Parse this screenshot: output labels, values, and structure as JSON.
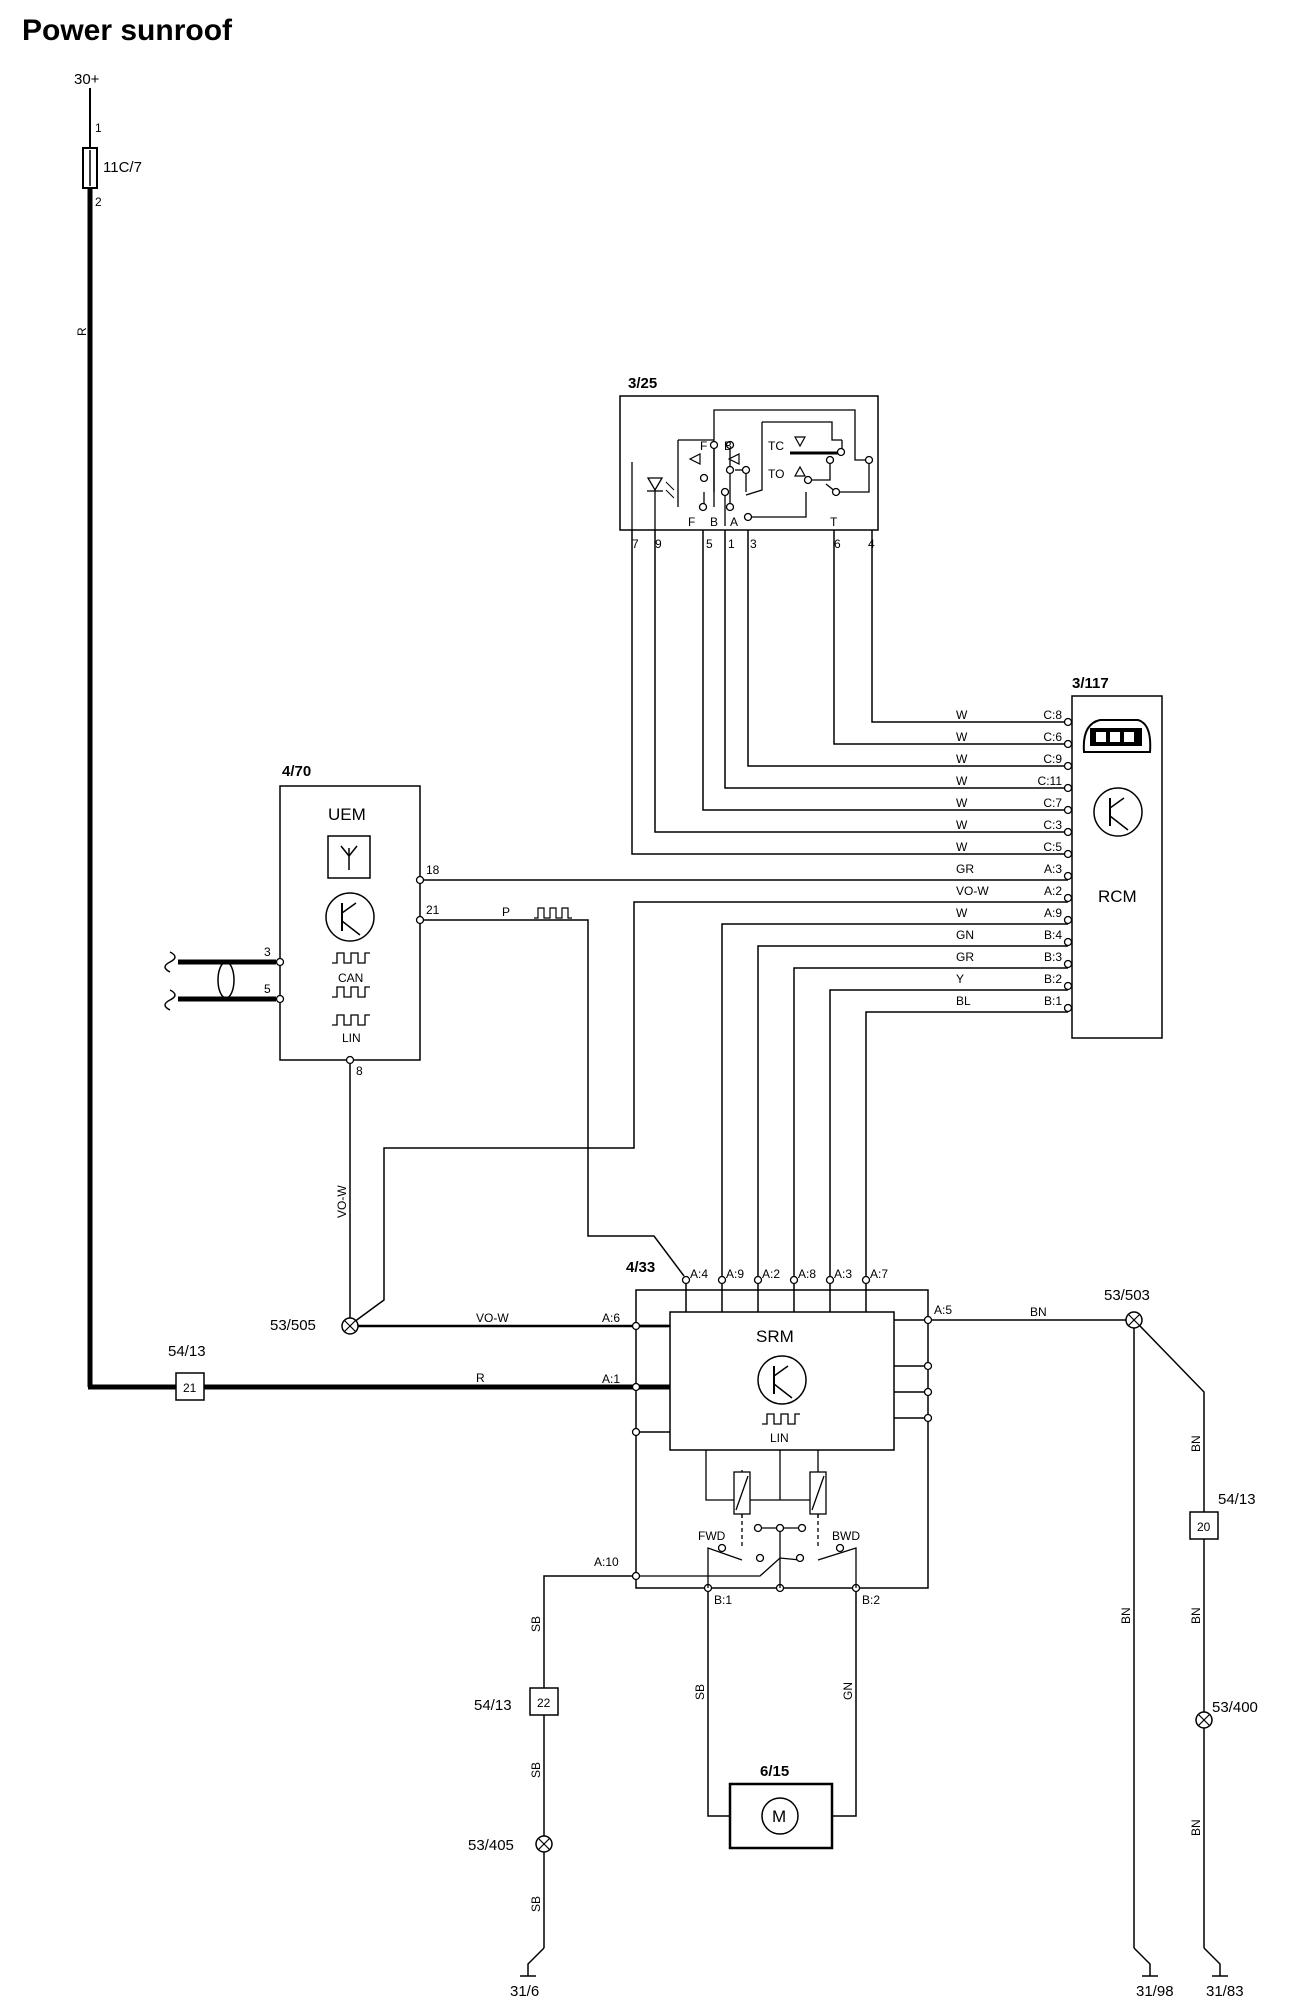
{
  "title": "Power sunroof",
  "supply": {
    "label": "30+",
    "fuse": "11C/7",
    "fuse_pin_top": "1",
    "fuse_pin_bottom": "2",
    "wire_color": "R"
  },
  "switch": {
    "id": "3/25",
    "internal": [
      "F",
      "B",
      "TC",
      "TO"
    ],
    "bottom_letters": [
      "F",
      "B",
      "A",
      "T"
    ],
    "pins": [
      "7",
      "9",
      "5",
      "1",
      "3",
      "6",
      "4"
    ]
  },
  "rcm": {
    "id": "3/117",
    "name": "RCM",
    "pins": [
      {
        "pin": "C:8",
        "color": "W"
      },
      {
        "pin": "C:6",
        "color": "W"
      },
      {
        "pin": "C:9",
        "color": "W"
      },
      {
        "pin": "C:11",
        "color": "W"
      },
      {
        "pin": "C:7",
        "color": "W"
      },
      {
        "pin": "C:3",
        "color": "W"
      },
      {
        "pin": "C:5",
        "color": "W"
      },
      {
        "pin": "A:3",
        "color": "GR"
      },
      {
        "pin": "A:2",
        "color": "VO-W"
      },
      {
        "pin": "A:9",
        "color": "W"
      },
      {
        "pin": "B:4",
        "color": "GN"
      },
      {
        "pin": "B:3",
        "color": "GR"
      },
      {
        "pin": "B:2",
        "color": "Y"
      },
      {
        "pin": "B:1",
        "color": "BL"
      }
    ]
  },
  "uem": {
    "id": "4/70",
    "name": "UEM",
    "can": "CAN",
    "lin": "LIN",
    "pins": [
      "18",
      "21",
      "3",
      "5",
      "8"
    ],
    "pulse_wire": "P",
    "ground_wire": "VO-W"
  },
  "srm": {
    "id": "4/33",
    "name": "SRM",
    "lin": "LIN",
    "top_pins": [
      "A:4",
      "A:9",
      "A:2",
      "A:8",
      "A:3",
      "A:7"
    ],
    "pin_a5": "A:5",
    "pin_a6": "A:6",
    "pin_a1": "A:1",
    "pin_a10": "A:10",
    "pin_b1": "B:1",
    "pin_b2": "B:2",
    "fwd": "FWD",
    "bwd": "BWD",
    "wire_a6": "VO-W",
    "wire_a1": "R",
    "wire_a5": "BN"
  },
  "motor": {
    "id": "6/15",
    "symbol": "M",
    "wire_left": "SB",
    "wire_right": "GN"
  },
  "splices": {
    "s505": "53/505",
    "s503": "53/503",
    "s400": "53/400",
    "s405": "53/405"
  },
  "connectors": [
    {
      "id": "54/13",
      "num": "21"
    },
    {
      "id": "54/13",
      "num": "20"
    },
    {
      "id": "54/13",
      "num": "22"
    }
  ],
  "grounds": [
    "31/6",
    "31/98",
    "31/83"
  ],
  "ground_wires": {
    "a10": "SB",
    "right": "BN"
  }
}
